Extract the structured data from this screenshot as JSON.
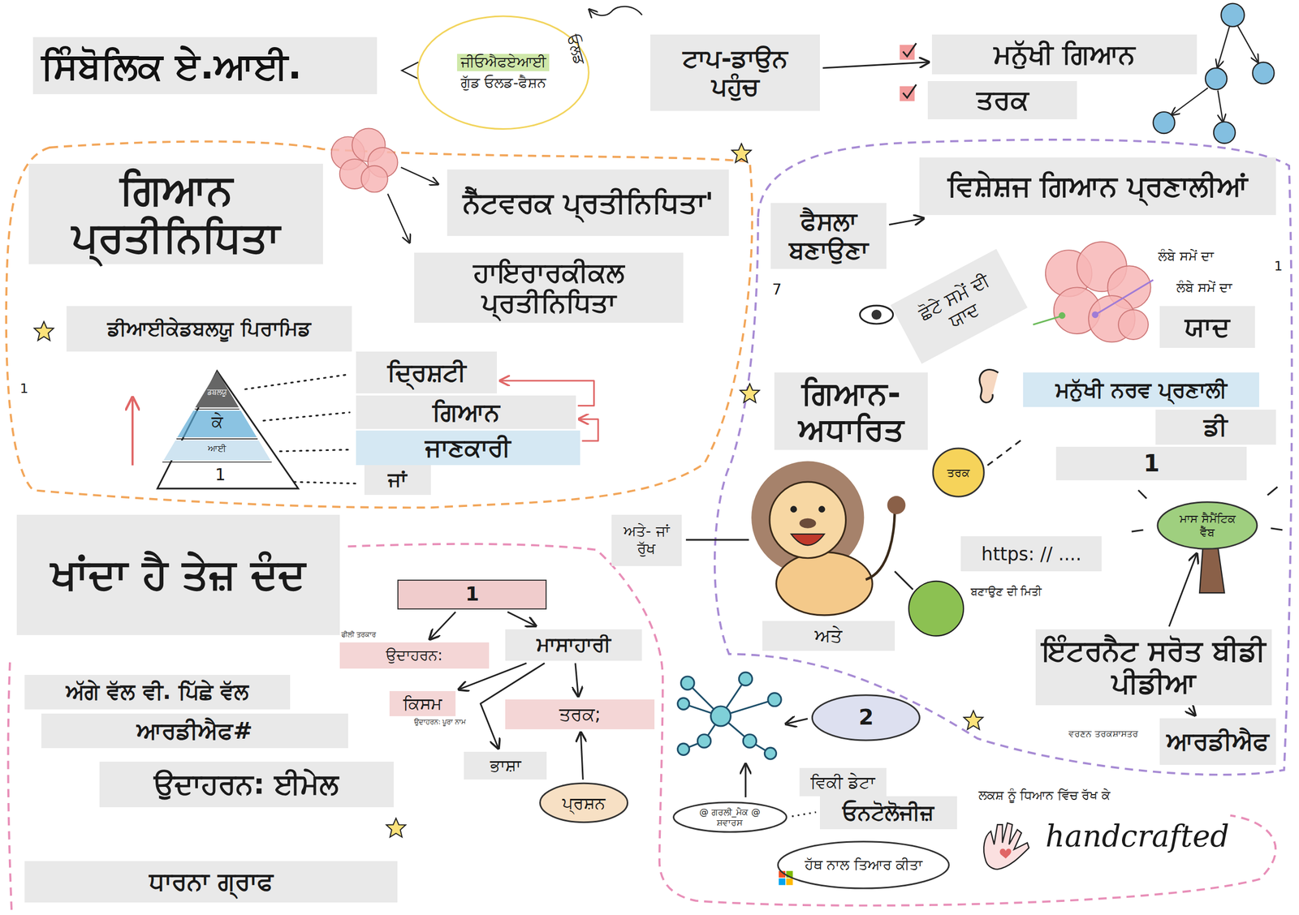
{
  "diagram": {
    "title": "ਸਿੰਬੋਲਿਕ ਏ.ਆਈ.",
    "nodes": [
      {
        "text": [
          "ਜੀਓਐਫਏਆਈ",
          "ਗੁੱਡ ਓਲਡ-ਫੈਸ਼ਨ"
        ]
      },
      {
        "text": [
          "ਟਾਪ-ਡਾਉਨ ਪਹੁੰਚ"
        ]
      },
      {
        "text": [
          "ਮਨੁੱਖੀ ਗਿਆਨ"
        ]
      },
      {
        "text": [
          "ਤਰਕ"
        ]
      },
      {
        "text": [
          "ਗਿਆਨ ਪ੍ਰਤੀਨਿਧਿਤਾ"
        ]
      },
      {
        "text": [
          "ਨੈੱਟਵਰਕ ਪ੍ਰਤੀਨਿਧਿਤਾ'"
        ]
      },
      {
        "text": [
          "ਹਾਇਰਾਰਕੀਕਲ ਪ੍ਰਤੀਨਿਧਿਤਾ"
        ]
      },
      {
        "text": [
          "ਡੀਆਈਕੇਡਬਲਯੂ ਪਿਰਾਮਿਡ"
        ]
      },
      {
        "text": [
          "ਦ੍ਰਿਸ਼ਟੀ"
        ]
      },
      {
        "text": [
          "ਗਿਆਨ"
        ]
      },
      {
        "text": [
          "ਜਾਣਕਾਰੀ"
        ]
      },
      {
        "text": [
          "ਜਾਂ"
        ]
      },
      {
        "text": [
          "ਖਾਂਦਾ ਹੈ ਤੇਜ਼ ਦੰਦ"
        ]
      },
      {
        "text": [
          "1"
        ]
      },
      {
        "text": [
          "ਉਦਾਹਰਨ:"
        ]
      },
      {
        "text": [
          "ਮਾਸਾਹਾਰੀ"
        ]
      },
      {
        "text": [
          "ਕਿਸਮ"
        ]
      },
      {
        "text": [
          "ਤਰਕ;"
        ]
      },
      {
        "text": [
          "ਭਾਸ਼ਾ"
        ]
      },
      {
        "text": [
          "ਪ੍ਰਸ਼ਨ"
        ]
      },
      {
        "text": [
          "ਅੱਗੇ ਵੱਲ ਵੀ. ਪਿੱਛੇ ਵੱਲ"
        ]
      },
      {
        "text": [
          "ਆਰਡੀਐਫ#"
        ]
      },
      {
        "text": [
          "ਉਦਾਹਰਨ: ਈਮੇਲ"
        ]
      },
      {
        "text": [
          "ਧਾਰਨਾ ਗ੍ਰਾਫ"
        ]
      },
      {
        "text": [
          "ਫੈਸਲਾ ਬਣਾਉਣਾ"
        ]
      },
      {
        "text": [
          "ਵਿਸ਼ੇਸ਼ਜ ਗਿਆਨ ਪ੍ਰਣਾਲੀਆਂ"
        ]
      },
      {
        "text": [
          "ਛੋਟੇ ਸਮੇਂ ਦੀ ਯਾਦ"
        ]
      },
      {
        "text": [
          "ਯਾਦ"
        ]
      },
      {
        "text": [
          "ਮਨੁੱਖੀ ਨਰਵ ਪ੍ਰਣਾਲੀ"
        ]
      },
      {
        "text": [
          "ਡੀ"
        ]
      },
      {
        "text": [
          "1"
        ]
      },
      {
        "text": [
          "ਗਿਆਨ- ਅਧਾਰਿਤ"
        ]
      },
      {
        "text": [
          "ਤਰਕ"
        ]
      },
      {
        "text": [
          "ਅਤੇ- ਜਾਂ ਰੁੱਖ"
        ]
      },
      {
        "text": [
          "ਅਤੇ"
        ]
      },
      {
        "text": [
          "https: // ...."
        ]
      },
      {
        "text": [
          "ਮਾਸ ਸੈਮੈਂਟਿਕ ਵੈੱਬ"
        ]
      },
      {
        "text": [
          "ਇੰਟਰਨੈਟ ਸਰੋਤ ਬੀਡੀ ਪੀਡੀਆ"
        ]
      },
      {
        "text": [
          "ਆਰਡੀਐਫ"
        ]
      },
      {
        "text": [
          "2"
        ]
      },
      {
        "text": [
          "ਵਿਕੀ ਡੇਟਾ"
        ]
      },
      {
        "text": [
          "ਓਨਟੋਲੋਜੀਜ਼"
        ]
      },
      {
        "text": [
          "@ ਗਰਲੀ_ਮੈਕ @ ਸ਼ਵਾਰਸ"
        ]
      },
      {
        "text": [
          "ਹੱਥ ਨਾਲ ਤਿਆਰ ਕੀਤਾ"
        ]
      },
      {
        "text": [
          "ਲਕਸ਼ ਨੂੰ ਧਿਆਨ ਵਿੱਚ ਰੱਖ ਕੇ"
        ]
      }
    ],
    "edges": [
      {
        "from": 1,
        "to": 2,
        "arrow": "to"
      },
      {
        "from": 13,
        "to": 14,
        "arrow": "to"
      },
      {
        "from": 13,
        "to": 15,
        "arrow": "to"
      },
      {
        "from": 15,
        "to": 16,
        "arrow": "to"
      },
      {
        "from": 15,
        "to": 17,
        "arrow": "to"
      },
      {
        "from": 15,
        "to": 18,
        "arrow": "to"
      },
      {
        "from": 19,
        "to": 17,
        "arrow": "to"
      },
      {
        "from": 24,
        "to": 25,
        "arrow": "to"
      },
      {
        "from": 37,
        "to": 36,
        "arrow": "to"
      },
      {
        "from": 37,
        "to": 38,
        "arrow": "to"
      },
      {
        "from": 10,
        "to": 9,
        "arrow": "to"
      },
      {
        "from": 9,
        "to": 8,
        "arrow": "to"
      }
    ],
    "labels": [
      "ਓਲਡ",
      "1",
      "ਡਬਲਯੂ",
      "ਕੇ",
      "ਆਈ",
      "1",
      "ਫੀਲੀ ਤਰਕਾਰ",
      "ਉਦਾਹਰਨ: ਪੂਰਾ ਨਾਮ",
      "7",
      "ਲੰਬੇ ਸਮੇਂ ਦਾ",
      "ਲੰਬੇ ਸਮੇਂ ਦਾ",
      "ਬਣਾਉਣ ਦੀ ਮਿਤੀ",
      "ਵਰਣਨ ਤਰਕਸ਼ਾਸਤਰ",
      "handcrafted",
      "1"
    ]
  }
}
